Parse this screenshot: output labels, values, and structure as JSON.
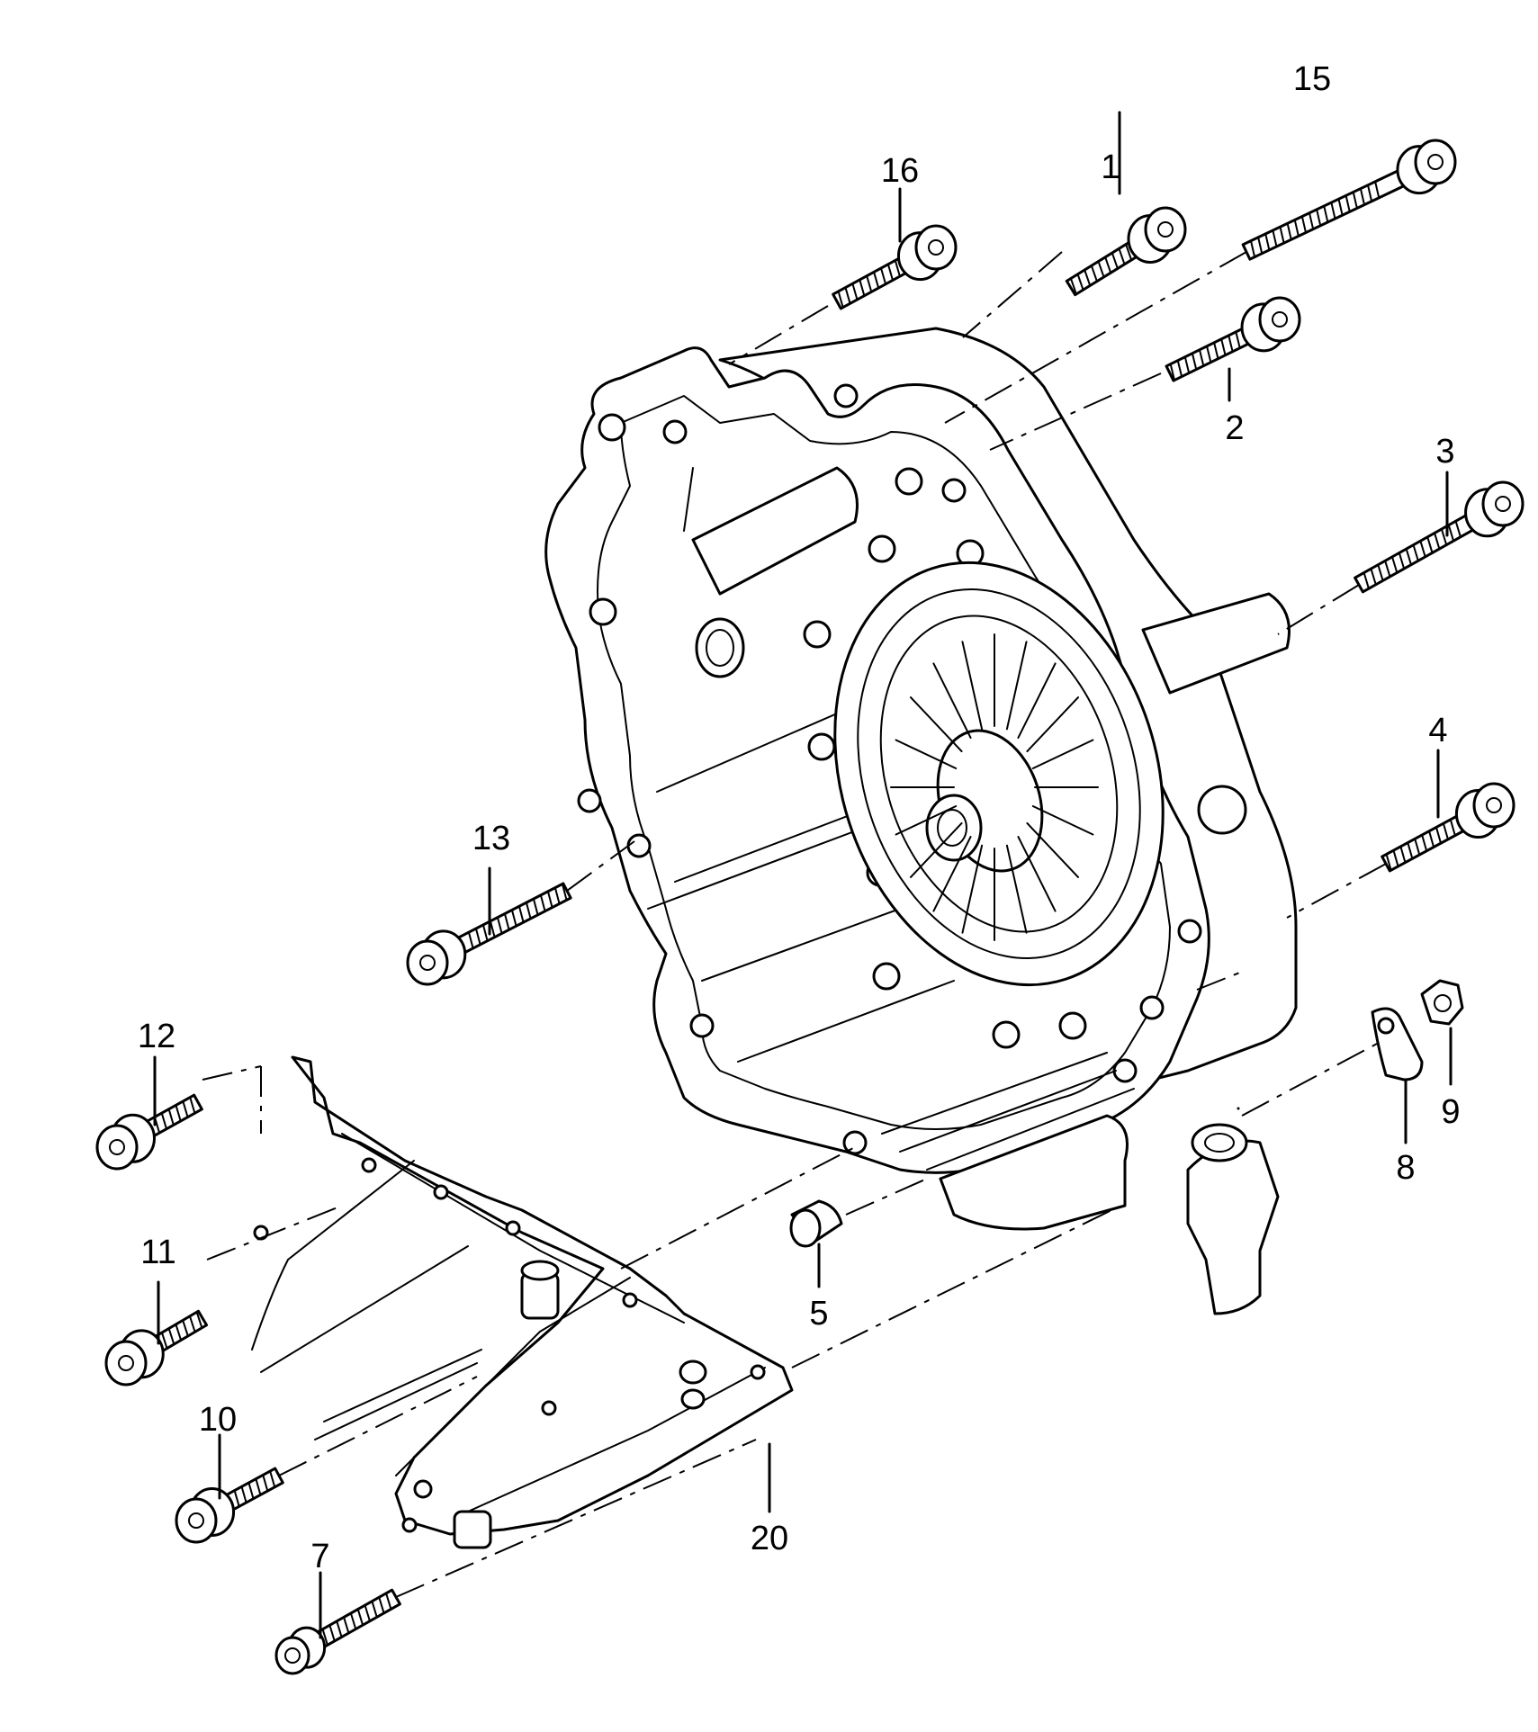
{
  "diagram": {
    "callouts": [
      {
        "id": "c16",
        "label": "16"
      },
      {
        "id": "c1",
        "label": "1"
      },
      {
        "id": "c15",
        "label": "15"
      },
      {
        "id": "c2",
        "label": "2"
      },
      {
        "id": "c3",
        "label": "3"
      },
      {
        "id": "c4",
        "label": "4"
      },
      {
        "id": "c13",
        "label": "13"
      },
      {
        "id": "c12",
        "label": "12"
      },
      {
        "id": "c11",
        "label": "11"
      },
      {
        "id": "c10",
        "label": "10"
      },
      {
        "id": "c7",
        "label": "7"
      },
      {
        "id": "c20",
        "label": "20"
      },
      {
        "id": "c5",
        "label": "5"
      },
      {
        "id": "c8",
        "label": "8"
      },
      {
        "id": "c9",
        "label": "9"
      }
    ]
  }
}
